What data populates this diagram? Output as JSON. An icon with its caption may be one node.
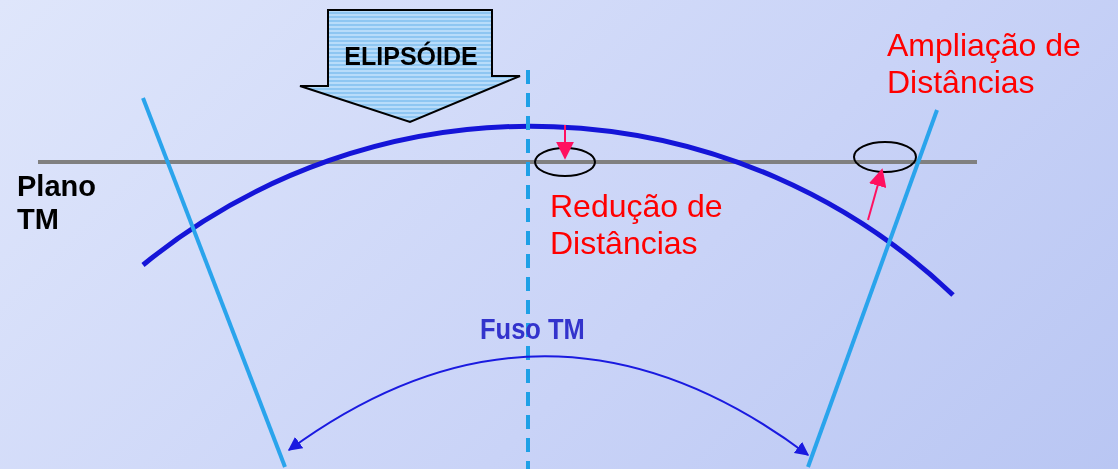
{
  "diagram": {
    "nodes": [
      {
        "text": [
          "ELIPSÓIDE"
        ]
      }
    ],
    "labels": [
      "Ampliação de Distâncias",
      "Plano TM",
      "Redução de Distâncias",
      "Fuso TM"
    ]
  }
}
